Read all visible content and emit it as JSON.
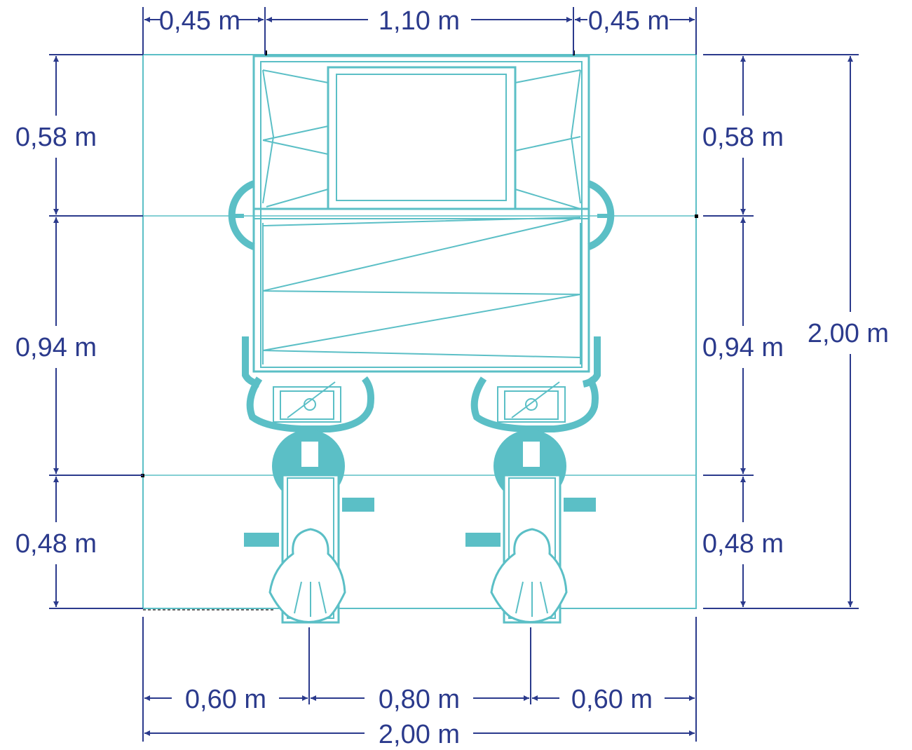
{
  "colors": {
    "equipment": "#5bbfc6",
    "dimension": "#2b3a8c",
    "background": "#ffffff"
  },
  "dimensions": {
    "top": [
      "0,45 m",
      "1,10 m",
      "0,45 m"
    ],
    "left": [
      "0,58 m",
      "0,94 m",
      "0,48 m"
    ],
    "right": [
      "0,58 m",
      "0,94 m",
      "0,48 m"
    ],
    "right_total": "2,00 m",
    "bottom": [
      "0,60 m",
      "0,80 m",
      "0,60 m"
    ],
    "bottom_total": "2,00 m"
  }
}
